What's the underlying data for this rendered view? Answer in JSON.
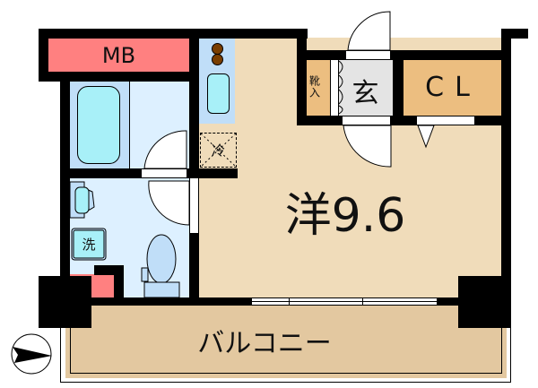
{
  "floorplan": {
    "rooms": {
      "western_room": {
        "label": "洋9.6",
        "color": "#F0DCBA"
      },
      "balcony": {
        "label": "バルコニー",
        "color": "#E3C8A0"
      },
      "entrance": {
        "label": "玄",
        "color": "#E4E4E4"
      },
      "closet": {
        "label": "CL",
        "color": "#ECBE80"
      },
      "shoe_box": {
        "label": "靴入",
        "color": "#ECBE80"
      },
      "meter_box": {
        "label": "MB",
        "color": "#FF8080"
      },
      "bathroom": {
        "color": "#DDF0FF"
      },
      "washroom": {
        "color": "#DDF0FF"
      }
    },
    "fixtures": {
      "refrigerator": {
        "label": "冷"
      },
      "washing_machine": {
        "label": "洗"
      },
      "bathtub": {},
      "kitchen_sink": {},
      "stove": {},
      "toilet": {},
      "wash_basin": {}
    },
    "compass": {
      "direction": "east"
    },
    "colors": {
      "wall": "#000000",
      "fixture_blue": "#A8F0F8",
      "fixture_bg": "#C0DEF8"
    }
  }
}
